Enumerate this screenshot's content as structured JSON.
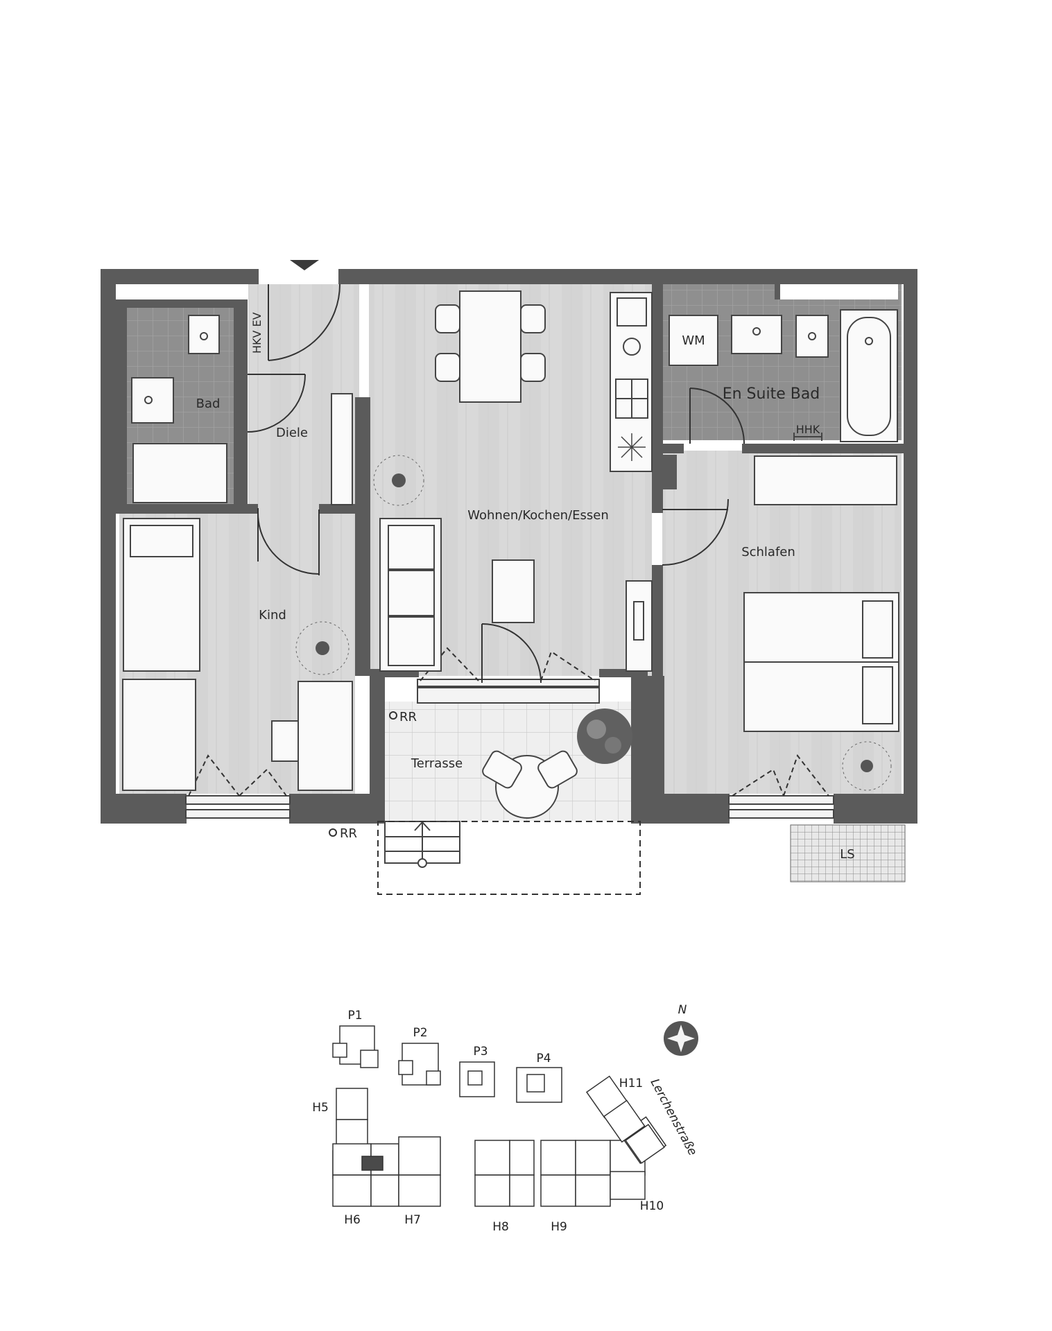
{
  "rooms": {
    "bad": "Bad",
    "diele": "Diele",
    "wohnen": "Wohnen/Kochen/Essen",
    "en_suite_bad": "En Suite Bad",
    "schlafen": "Schlafen",
    "kind": "Kind",
    "terrasse": "Terrasse"
  },
  "fixtures": {
    "hkv_ev": "HKV EV",
    "wm": "WM",
    "hhk": "HHK",
    "rr_terrace": "RR",
    "rr_outside": "RR",
    "ls": "LS"
  },
  "site_plan": {
    "buildings": [
      "P1",
      "P2",
      "P3",
      "P4",
      "H5",
      "H6",
      "H7",
      "H8",
      "H9",
      "H10",
      "H11"
    ],
    "street": "Lerchenstraße",
    "north": "N"
  },
  "colors": {
    "wall": "#5b5b5b",
    "floor": "#d6d6d6",
    "tile": "#8e8e8e",
    "highlight_unit": "#4a4a4a"
  }
}
